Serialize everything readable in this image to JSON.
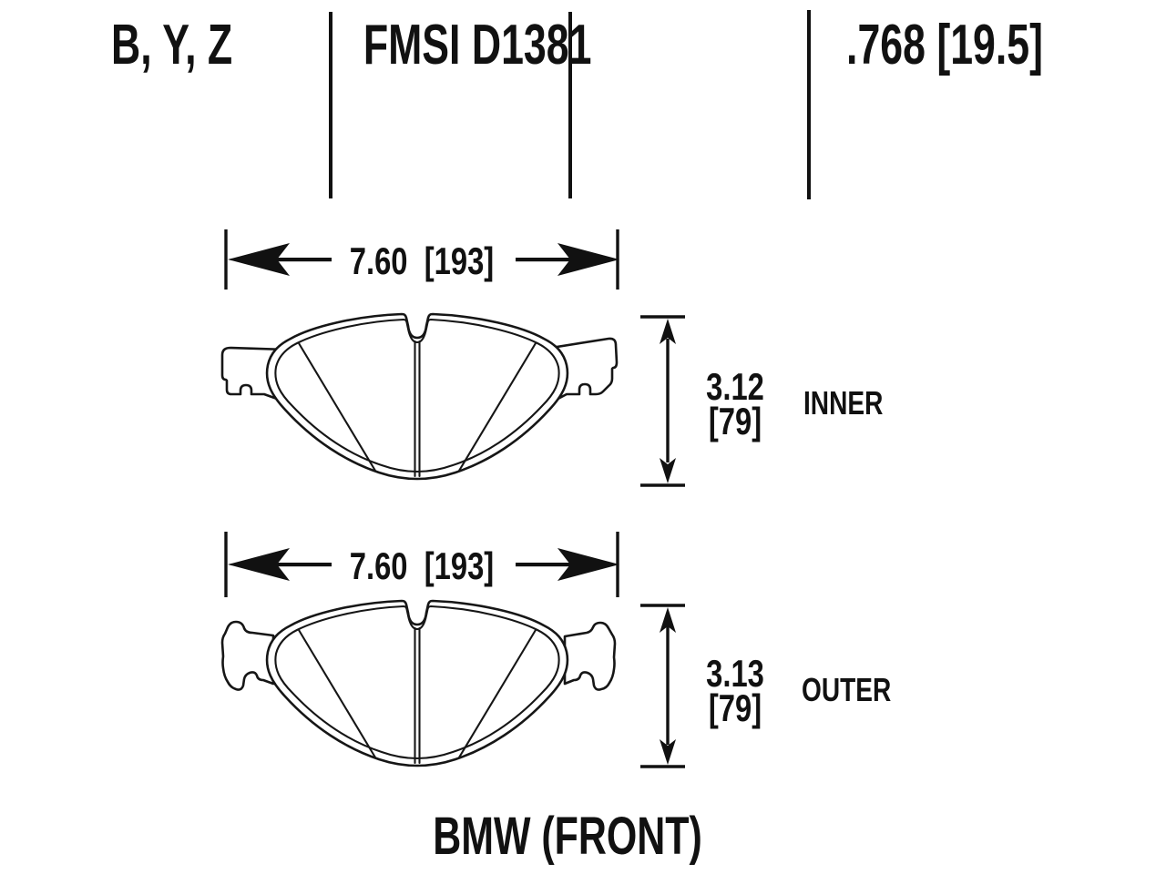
{
  "header": {
    "compound_codes": "B, Y, Z",
    "fmsi_number": "FMSI D1381",
    "thickness_dim": ".768 [19.5]"
  },
  "inner_pad": {
    "width_dim": "7.60  [193]",
    "height_dim_in": "3.12",
    "height_dim_mm": "[79]",
    "label": "INNER"
  },
  "outer_pad": {
    "width_dim": "7.60  [193]",
    "height_dim_in": "3.13",
    "height_dim_mm": "[79]",
    "label": "OUTER"
  },
  "footer": {
    "title": "BMW (FRONT)"
  },
  "colors": {
    "ink": "#111111",
    "background": "#ffffff"
  }
}
